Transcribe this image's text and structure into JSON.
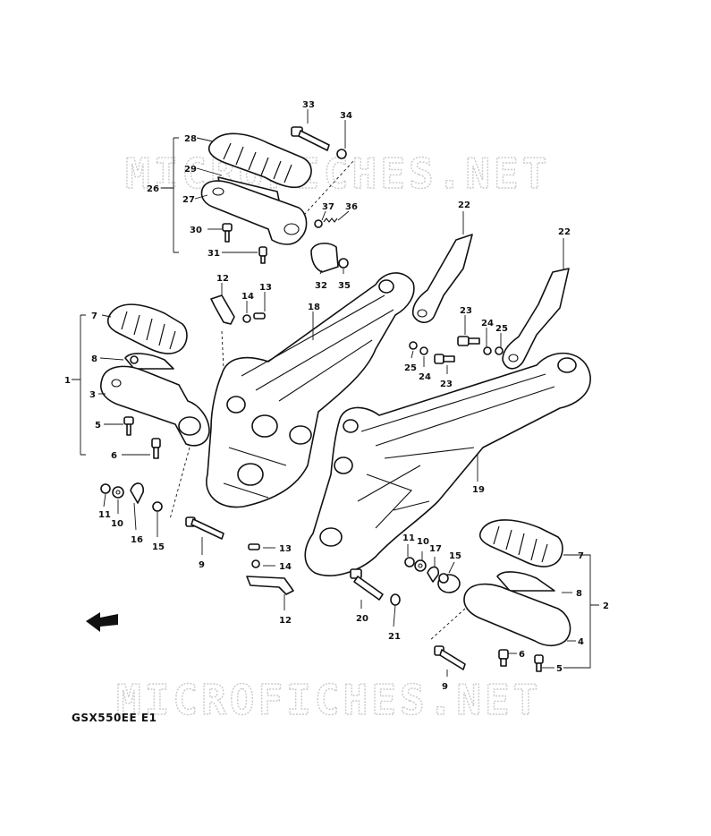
{
  "diagram": {
    "model_code": "GSX550EE E1",
    "watermarks": [
      "MICROFICHES.NET",
      "MICROFICHES.NET"
    ],
    "part_labels": [
      "33",
      "34",
      "28",
      "29",
      "26",
      "27",
      "37",
      "36",
      "30",
      "31",
      "32",
      "35",
      "22",
      "22",
      "12",
      "14",
      "13",
      "18",
      "7",
      "8",
      "1",
      "3",
      "5",
      "6",
      "23",
      "24",
      "25",
      "25",
      "24",
      "23",
      "11",
      "10",
      "16",
      "15",
      "9",
      "19",
      "13",
      "14",
      "12",
      "11",
      "10",
      "17",
      "15",
      "7",
      "8",
      "2",
      "20",
      "21",
      "4",
      "6",
      "5",
      "9"
    ]
  }
}
